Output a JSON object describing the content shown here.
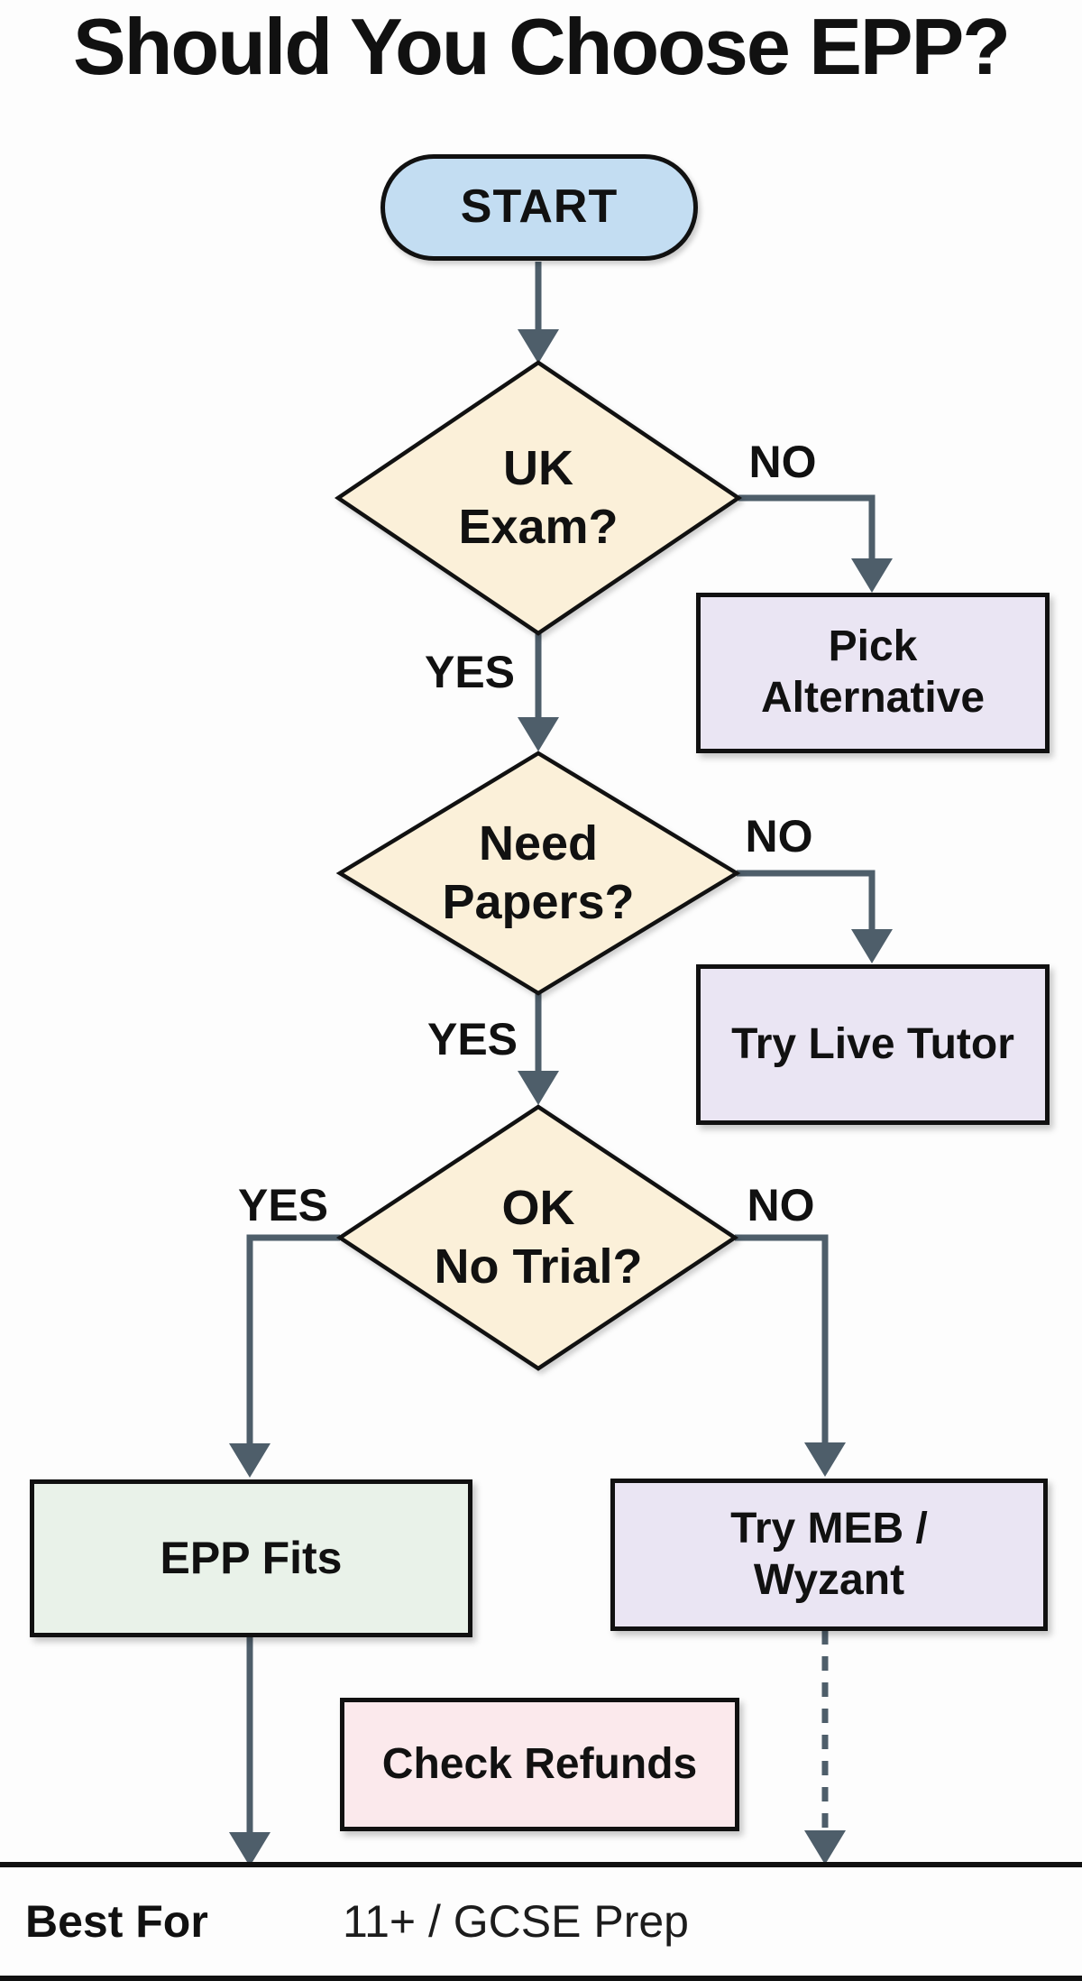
{
  "title": "Should You Choose EPP?",
  "colors": {
    "background": "#fdfdfd",
    "ink": "#111111",
    "arrow": "#4e5e6a",
    "start_fill": "#c3ddf2",
    "decision_fill": "#fbf0d9",
    "alt_fill": "#eae5f3",
    "success_fill": "#e9f2e9",
    "warning_fill": "#fbe9ec"
  },
  "nodes": {
    "start": {
      "label": "START"
    },
    "uk_exam": {
      "line1": "UK",
      "line2": "Exam?"
    },
    "pick_alternative": {
      "line1": "Pick",
      "line2": "Alternative"
    },
    "need_papers": {
      "line1": "Need",
      "line2": "Papers?"
    },
    "try_live_tutor": {
      "label": "Try Live Tutor"
    },
    "ok_no_trial": {
      "line1": "OK",
      "line2": "No Trial?"
    },
    "epp_fits": {
      "label": "EPP Fits"
    },
    "try_meb_wyzant": {
      "line1": "Try MEB /",
      "line2": "Wyzant"
    },
    "check_refunds": {
      "label": "Check Refunds"
    }
  },
  "edge_labels": {
    "uk_exam_no": "NO",
    "uk_exam_yes": "YES",
    "need_papers_no": "NO",
    "need_papers_yes": "YES",
    "ok_no_trial_yes": "YES",
    "ok_no_trial_no": "NO"
  },
  "footer": {
    "label": "Best For",
    "value": "11+ / GCSE Prep"
  }
}
